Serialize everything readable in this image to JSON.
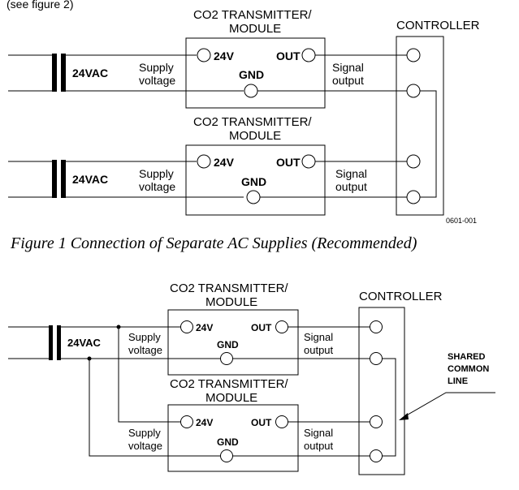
{
  "fig1": {
    "module_title_1": "CO2 TRANSMITTER/",
    "module_title_2": "MODULE",
    "controller": "CONTROLLER",
    "label_24v": "24V",
    "label_out": "OUT",
    "label_gnd": "GND",
    "transformer": "24VAC",
    "supply_1": "Supply",
    "supply_2": "voltage",
    "signal_1": "Signal",
    "signal_2": "output",
    "code": "0601-001",
    "caption": "Figure 1 Connection of Separate AC Supplies (Recommended)"
  },
  "fig2": {
    "module_title_1": "CO2 TRANSMITTER/",
    "module_title_2": "MODULE",
    "controller": "CONTROLLER",
    "label_24v": "24V",
    "label_out": "OUT",
    "label_gnd": "GND",
    "transformer": "24VAC",
    "supply_1": "Supply",
    "supply_2": "voltage",
    "signal_1": "Signal",
    "signal_2": "output",
    "shared_1": "SHARED",
    "shared_2": "COMMON",
    "shared_3": "LINE"
  }
}
